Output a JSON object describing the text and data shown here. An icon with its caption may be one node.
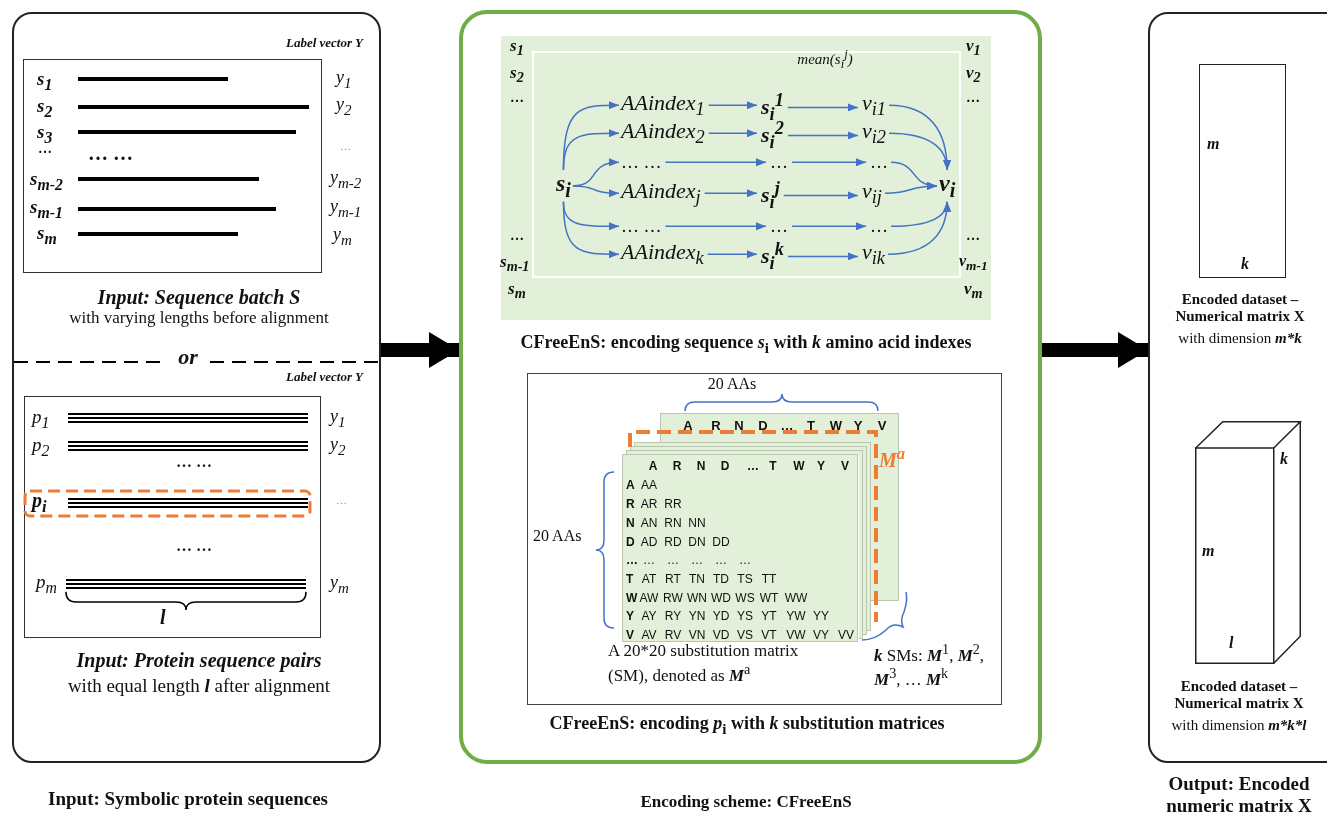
{
  "diagram": {
    "nodes": [
      {
        "text": [
          "Input: Symbolic protein sequences"
        ]
      },
      {
        "text": [
          "Input: Sequence batch S",
          "with varying lengths before alignment"
        ],
        "in": 0
      },
      {
        "text": [
          "Input: Protein sequence pairs",
          "with equal length **l** after alignment"
        ],
        "in": 0
      },
      {
        "text": [
          "Encoding scheme: CFreeEnS"
        ]
      },
      {
        "text": [
          "CFreeEnS: encoding sequence *s*$_{i}$ with *k* amino acid indexes"
        ],
        "in": 3
      },
      {
        "text": [
          "s$_{i}$"
        ],
        "in": 4
      },
      {
        "text": [
          "AAindex$_{1}$"
        ],
        "in": 4
      },
      {
        "text": [
          "AAindex$_{2}$"
        ],
        "in": 4
      },
      {
        "text": [
          "… …"
        ],
        "in": 4
      },
      {
        "text": [
          "AAindex$_{j}$"
        ],
        "in": 4
      },
      {
        "text": [
          "… …"
        ],
        "in": 4
      },
      {
        "text": [
          "AAindex$_{k}$"
        ],
        "in": 4
      },
      {
        "text": [
          "s$_{i}$$^{1}$"
        ],
        "in": 4
      },
      {
        "text": [
          "s$_{i}$$^{2}$"
        ],
        "in": 4
      },
      {
        "text": [
          "…"
        ],
        "in": 4
      },
      {
        "text": [
          "s$_{i}$$^{j}$"
        ],
        "in": 4
      },
      {
        "text": [
          "…"
        ],
        "in": 4
      },
      {
        "text": [
          "s$_{i}$$^{k}$"
        ],
        "in": 4
      },
      {
        "text": [
          "v$_{i1}$"
        ],
        "in": 4
      },
      {
        "text": [
          "v$_{i2}$"
        ],
        "in": 4
      },
      {
        "text": [
          "…"
        ],
        "in": 4
      },
      {
        "text": [
          "v$_{ij}$"
        ],
        "in": 4
      },
      {
        "text": [
          "…"
        ],
        "in": 4
      },
      {
        "text": [
          "v$_{ik}$"
        ],
        "in": 4
      },
      {
        "text": [
          "v$_{i}$"
        ],
        "in": 4
      },
      {
        "text": [
          "CFreeEnS: encoding *p*$_{i}$ with *k* substitution matrices"
        ],
        "in": 3
      },
      {
        "text": [
          "A",
          "R",
          "N",
          "D",
          "…",
          "T",
          "W",
          "Y",
          "V"
        ],
        "in": 25
      },
      {
        "text": [],
        "shape": "box",
        "in": 25
      },
      {
        "text": [],
        "shape": "box",
        "in": 25
      },
      {
        "text": [],
        "shape": "box",
        "in": 25
      },
      {
        "text": [
          "A",
          "R",
          "N",
          "D",
          "…",
          "T",
          "W",
          "Y",
          "V",
          "A",
          "AA",
          "R",
          "AR",
          "RR",
          "N",
          "AN",
          "RN",
          "NN",
          "D",
          "AD",
          "RD",
          "DN",
          "DD",
          "…",
          "…",
          "…",
          "…",
          "…",
          "…",
          "T",
          "AT",
          "RT",
          "TN",
          "TD",
          "TS",
          "TT",
          "W",
          "AW",
          "RW",
          "WN",
          "WD",
          "WS",
          "WT",
          "WW",
          "Y",
          "AY",
          "RY",
          "YN",
          "YD",
          "YS",
          "YT",
          "YW",
          "YY",
          "V",
          "AV",
          "RV",
          "VN",
          "VD",
          "VS",
          "VT",
          "VW",
          "VY",
          "VV"
        ],
        "in": 25
      },
      {
        "text": [
          "Output: Encoded numeric matrix X"
        ]
      },
      {
        "text": [
          "m",
          "k",
          "Encoded dataset – Numerical matrix X",
          "with dimension **m*k**"
        ],
        "in": 31
      },
      {
        "text": [
          "k",
          "m",
          "l",
          "Encoded dataset – Numerical matrix X",
          "with dimension **m*k*l**"
        ],
        "in": 31
      }
    ],
    "edges": [
      {
        "from": 0,
        "to": 3,
        "arrow": "to",
        "style": "thick",
        "color": "#000000"
      },
      {
        "from": 3,
        "to": 31,
        "arrow": "to",
        "style": "thick",
        "color": "#000000"
      },
      {
        "from": 5,
        "to": 6,
        "arrow": "to"
      },
      {
        "from": 5,
        "to": 7,
        "arrow": "to"
      },
      {
        "from": 5,
        "to": 8,
        "arrow": "to"
      },
      {
        "from": 5,
        "to": 9,
        "arrow": "to"
      },
      {
        "from": 5,
        "to": 10,
        "arrow": "to"
      },
      {
        "from": 5,
        "to": 11,
        "arrow": "to"
      },
      {
        "from": 6,
        "to": 12,
        "arrow": "to"
      },
      {
        "from": 7,
        "to": 13,
        "arrow": "to"
      },
      {
        "from": 8,
        "to": 14,
        "arrow": "to"
      },
      {
        "from": 9,
        "to": 15,
        "arrow": "to"
      },
      {
        "from": 10,
        "to": 16,
        "arrow": "to"
      },
      {
        "from": 11,
        "to": 17,
        "arrow": "to"
      },
      {
        "from": 12,
        "to": 18,
        "arrow": "to"
      },
      {
        "from": 13,
        "to": 19,
        "arrow": "to"
      },
      {
        "from": 14,
        "to": 20,
        "arrow": "to"
      },
      {
        "from": 15,
        "to": 21,
        "arrow": "to"
      },
      {
        "from": 16,
        "to": 22,
        "arrow": "to"
      },
      {
        "from": 17,
        "to": 23,
        "arrow": "to"
      },
      {
        "from": 18,
        "to": 24,
        "arrow": "to"
      },
      {
        "from": 19,
        "to": 24,
        "arrow": "to"
      },
      {
        "from": 20,
        "to": 24,
        "arrow": "to"
      },
      {
        "from": 21,
        "to": 24,
        "arrow": "to"
      },
      {
        "from": 22,
        "to": 24,
        "arrow": "to"
      },
      {
        "from": 23,
        "to": 24,
        "arrow": "to"
      }
    ],
    "labels": [
      "Label vector Y",
      "s$_{1}$",
      "s$_{2}$",
      "s$_{3}$",
      "…",
      "… …",
      "s$_{m-2}$",
      "s$_{m-1}$",
      "s$_{m}$",
      "y$_{1}$",
      "y$_{2}$",
      "…",
      "y$_{m-2}$",
      "y$_{m-1}$",
      "y$_{m}$",
      "or",
      "Label vector Y",
      "p$_{1}$",
      "p$_{2}$",
      "… …",
      "p$_{i}$",
      "… …",
      "p$_{m}$",
      "l",
      "y$_{1}$",
      "y$_{2}$",
      "…",
      "y$_{m}$",
      "s$_{1}$",
      "s$_{2}$",
      "…",
      "…",
      "s$_{m-1}$",
      "s$_{m}$",
      "mean(s$_{i}$$^{j}$)",
      "v$_{1}$",
      "v$_{2}$",
      "…",
      "…",
      "v$_{m-1}$",
      "v$_{m}$",
      "20 AAs",
      "M$^{a}$",
      "20 AAs",
      "A 20*20 substitution matrix (SM), denoted as **M**$^{a}$",
      "**k** SMs: **M**$^{1}$, **M**$^{2}$, **M**$^{3}$, … **M**$^{k}$"
    ]
  }
}
